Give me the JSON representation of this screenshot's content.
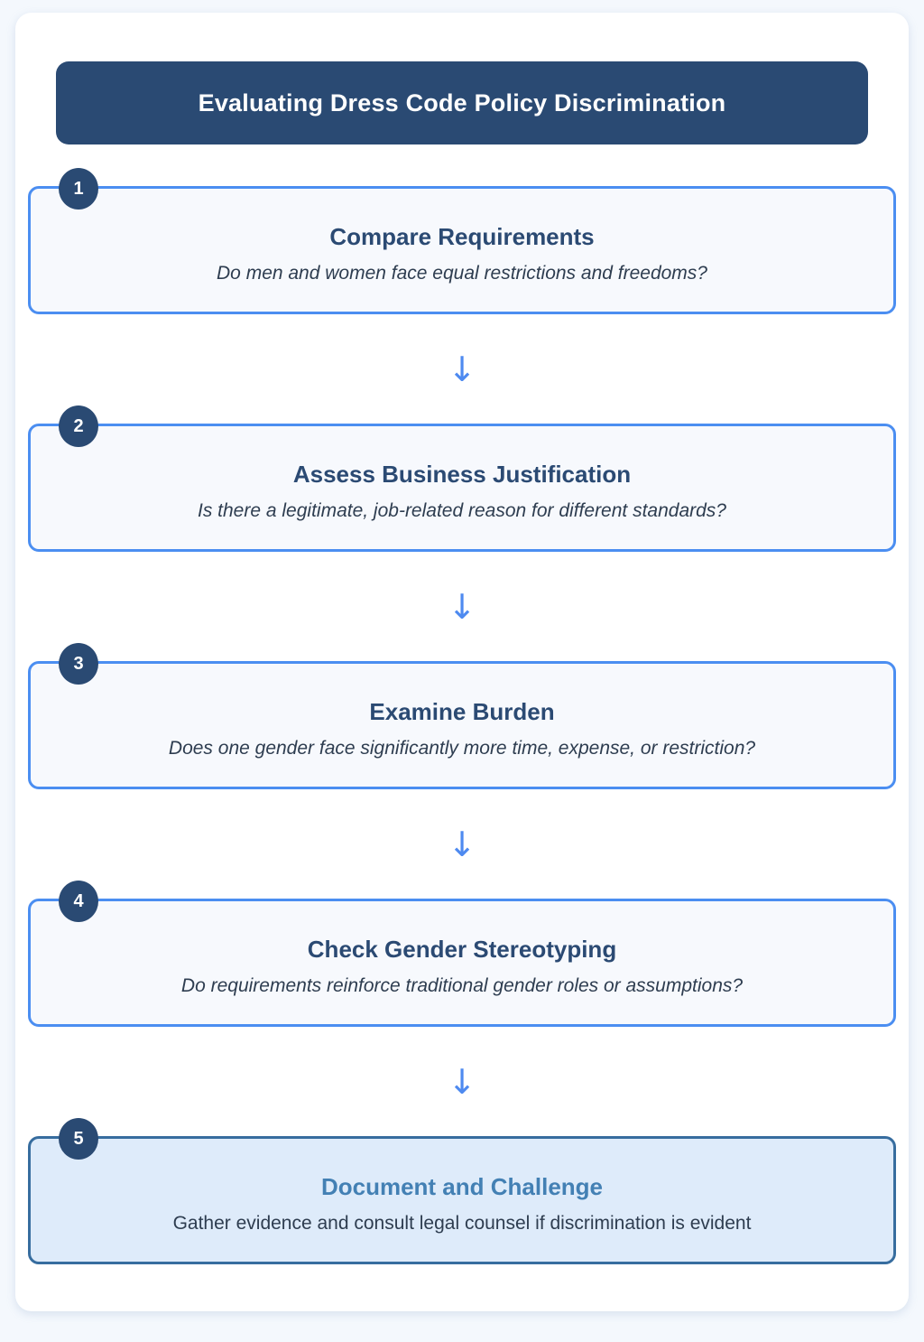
{
  "page": {
    "title": "Evaluating Dress Code Policy Discrimination"
  },
  "colors": {
    "page_bg": "#f4f8fd",
    "card_bg": "#ffffff",
    "header_bg": "#2a4a73",
    "header_text": "#ffffff",
    "step_border": "#4b8ef1",
    "step_bg": "#f7f9fd",
    "final_step_border": "#376d9f",
    "final_step_bg": "#deebfa",
    "final_step_title": "#4380b4",
    "step_title": "#2b4a73",
    "step_subtitle": "#2e3d50",
    "badge_bg": "#2a4a73",
    "arrow": "#4e8af0"
  },
  "arrow_icon": "↓",
  "steps": [
    {
      "number": "1",
      "title": "Compare Requirements",
      "subtitle": "Do men and women face equal restrictions and freedoms?",
      "final": false
    },
    {
      "number": "2",
      "title": "Assess Business Justification",
      "subtitle": "Is there a legitimate, job-related reason for different standards?",
      "final": false
    },
    {
      "number": "3",
      "title": "Examine Burden",
      "subtitle": "Does one gender face significantly more time, expense, or restriction?",
      "final": false
    },
    {
      "number": "4",
      "title": "Check Gender Stereotyping",
      "subtitle": "Do requirements reinforce traditional gender roles or assumptions?",
      "final": false
    },
    {
      "number": "5",
      "title": "Document and Challenge",
      "subtitle": "Gather evidence and consult legal counsel if discrimination is evident",
      "final": true
    }
  ]
}
